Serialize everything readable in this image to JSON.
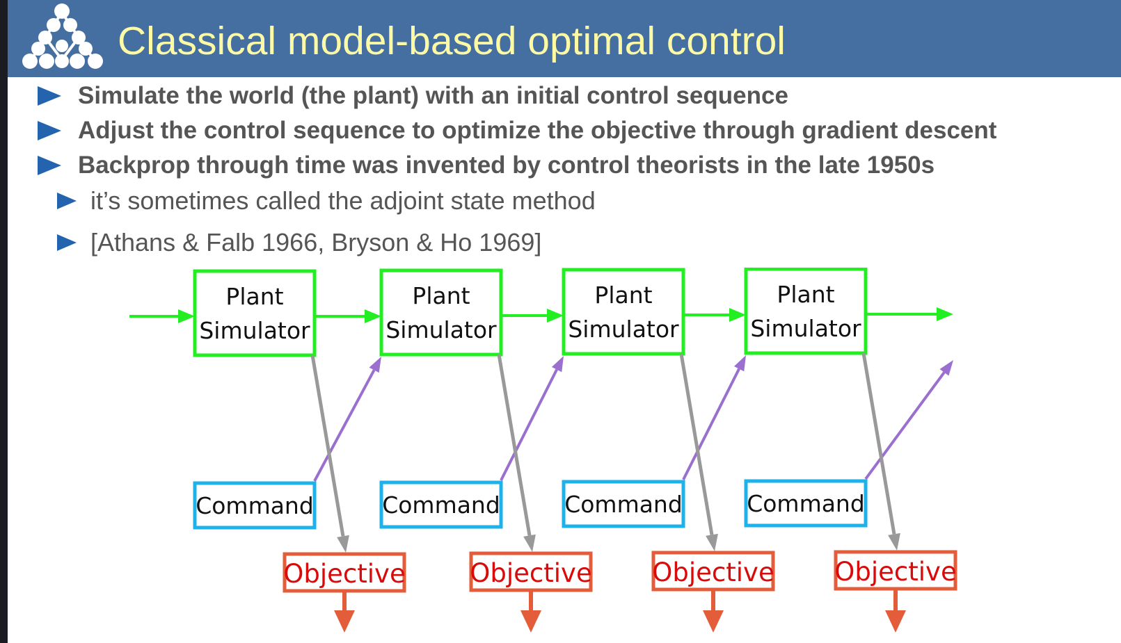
{
  "slide": {
    "title": "Classical model-based optimal control",
    "logo_icon": "node-network-logo-icon",
    "bullets": [
      {
        "level": 1,
        "text": "Simulate the world (the plant) with an initial control sequence"
      },
      {
        "level": 1,
        "text": "Adjust the control sequence to optimize the objective through gradient descent"
      },
      {
        "level": 1,
        "text": "Backprop through time was invented by control theorists in the late 1950s"
      },
      {
        "level": 2,
        "text": "it’s sometimes called the adjoint state method"
      },
      {
        "level": 2,
        "text": "[Athans & Falb 1966, Bryson & Ho 1969]"
      }
    ]
  },
  "diagram": {
    "stages": [
      {
        "plant": [
          "Plant",
          "Simulator"
        ],
        "command": "Command",
        "objective": "Objective"
      },
      {
        "plant": [
          "Plant",
          "Simulator"
        ],
        "command": "Command",
        "objective": "Objective"
      },
      {
        "plant": [
          "Plant",
          "Simulator"
        ],
        "command": "Command",
        "objective": "Objective"
      },
      {
        "plant": [
          "Plant",
          "Simulator"
        ],
        "command": "Command",
        "objective": "Objective"
      }
    ],
    "colors": {
      "plant": "#22ee22",
      "command": "#1eb2ea",
      "objective": "#e35d3b",
      "objective_text": "#d90a0a",
      "state_arrow": "#22ee22",
      "command_arrow": "#9a6fd0",
      "objective_arrow": "#999999"
    }
  }
}
